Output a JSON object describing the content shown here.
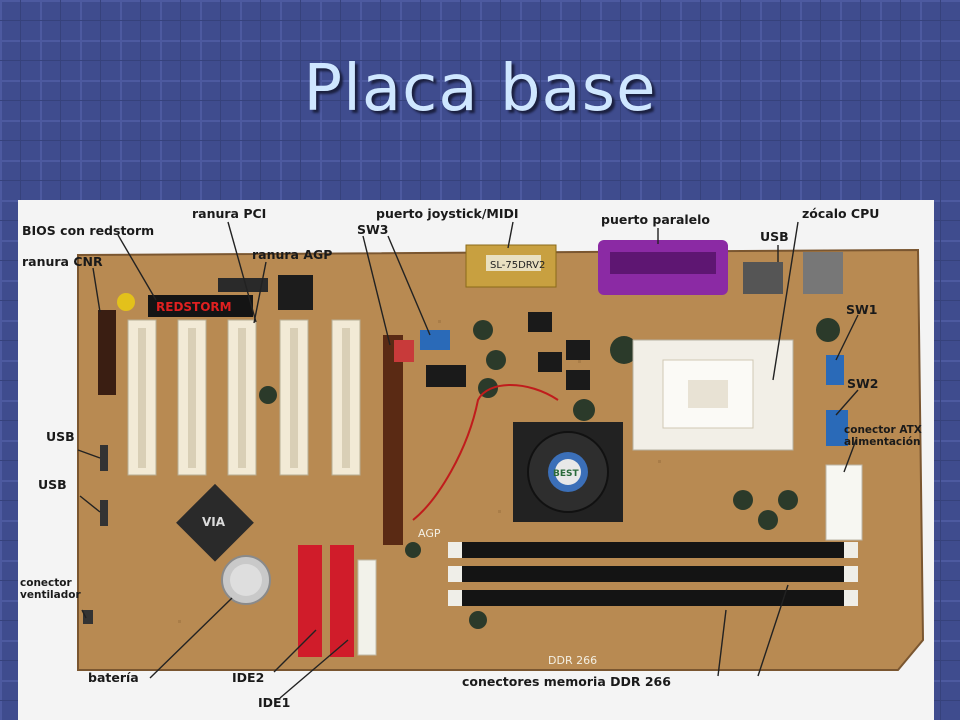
{
  "slide": {
    "title": "Placa base"
  },
  "labels": {
    "bios": "BIOS con redstorm",
    "ranura_pci": "ranura PCI",
    "sw3": "SW3",
    "joystick": "puerto joystick/MIDI",
    "paralelo": "puerto paralelo",
    "zocalo_cpu": "zócalo CPU",
    "ranura_cnr": "ranura CNR",
    "ranura_agp": "ranura AGP",
    "usb_top": "USB",
    "sw1": "SW1",
    "usb_left1": "USB",
    "usb_left2": "USB",
    "sw2": "SW2",
    "atx_line1": "conector ATX",
    "atx_line2": "alimentación",
    "vent_line1": "conector",
    "vent_line2": "ventilador",
    "bateria": "batería",
    "ide2": "IDE2",
    "ide1": "IDE1",
    "memoria": "conectores memoria DDR 266"
  },
  "board_text": {
    "redstorm_logo": "REDSTORM",
    "joystick_chip": "SL-75DRV2",
    "agp_silk": "AGP",
    "ddr_silk": "DDR 266",
    "chipset_logo": "VIA",
    "fan_logo": "BEST"
  },
  "colors": {
    "background": "#3d4b8c",
    "pcb": "#b88a52",
    "pci_slot": "#f2ead6",
    "agp_slot": "#5a2a14",
    "ide_red": "#d01c2a",
    "dimm": "#141414",
    "parallel_port": "#8b2aa4",
    "joystick_port": "#c8a040",
    "title_text": "#cfe7ff"
  }
}
